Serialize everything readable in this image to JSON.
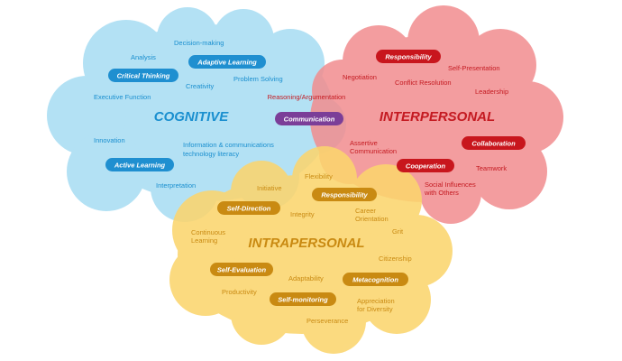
{
  "colors": {
    "cognitive_fill": "#a6dcf3",
    "cognitive_stroke": "#5bbde6",
    "cognitive_text": "#1a8fcf",
    "cognitive_pill": "#1f8fd0",
    "interpersonal_fill": "#f28d8f",
    "interpersonal_stroke": "#e85a5e",
    "interpersonal_text": "#c41a21",
    "interpersonal_pill": "#c8161d",
    "intrapersonal_fill": "#fbd56e",
    "intrapersonal_stroke": "#f6bc30",
    "intrapersonal_text": "#c98a12",
    "intrapersonal_pill": "#c98a12",
    "overlap_pill": "#7b3e98"
  },
  "clusters": {
    "cognitive": "COGNITIVE",
    "interpersonal": "INTERPERSONAL",
    "intrapersonal": "INTRAPERSONAL"
  },
  "cognitive": {
    "pills": [
      "Critical Thinking",
      "Adaptive Learning",
      "Active Learning"
    ],
    "terms": [
      "Analysis",
      "Decision-making",
      "Executive Function",
      "Creativity",
      "Problem Solving",
      "Innovation",
      "Information & communications",
      "technology literacy",
      "Interpretation"
    ]
  },
  "interpersonal": {
    "pills": [
      "Responsibility",
      "Collaboration",
      "Cooperation"
    ],
    "terms": [
      "Negotiation",
      "Self-Presentation",
      "Conflict Resolution",
      "Leadership",
      "Assertive",
      "Communication",
      "Teamwork",
      "Social Influences",
      "with Others"
    ]
  },
  "intrapersonal": {
    "pills": [
      "Responsibility",
      "Self-Direction",
      "Self-Evaluation",
      "Metacognition",
      "Self-monitoring"
    ],
    "terms": [
      "Flexibility",
      "Initiative",
      "Integrity",
      "Career",
      "Orientation",
      "Grit",
      "Continuous",
      "Learning",
      "Citizenship",
      "Adaptability",
      "Productivity",
      "Appreciation",
      "for Diversity",
      "Perseverance"
    ]
  },
  "overlap": {
    "term": "Reasoning/Argumentation",
    "pill": "Communication"
  }
}
